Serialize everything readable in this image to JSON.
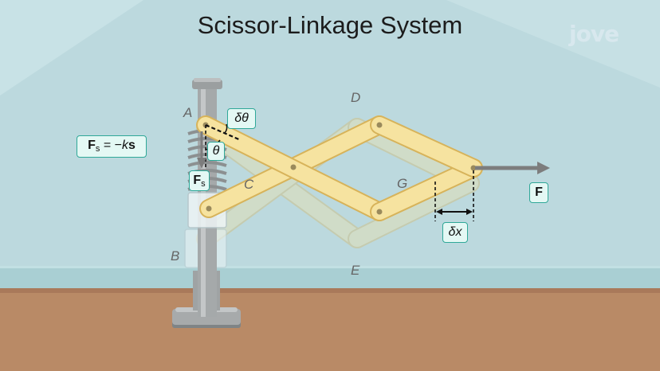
{
  "title": "Scissor-Linkage System",
  "logo": "jove",
  "points": {
    "A": "A",
    "B": "B",
    "C": "C",
    "D": "D",
    "E": "E",
    "G": "G"
  },
  "labels": {
    "spring_eq_main": "F",
    "spring_eq_sub": "s",
    "spring_eq_rest": " = −",
    "spring_eq_k": "k",
    "spring_eq_s": "s",
    "delta_theta": "δθ",
    "theta": "θ",
    "fs_main": "F",
    "fs_sub": "s",
    "force": "F",
    "delta_x": "δx"
  },
  "colors": {
    "wall": "#bcd9de",
    "baseboard": "#a9cfd3",
    "floor": "#b98a66",
    "link": "#f6e3a0",
    "link_edge": "#d7b35a",
    "label_box_bg": "#e4f8f4",
    "label_box_border": "#2fa898",
    "arrow": "#7d7d7d"
  }
}
